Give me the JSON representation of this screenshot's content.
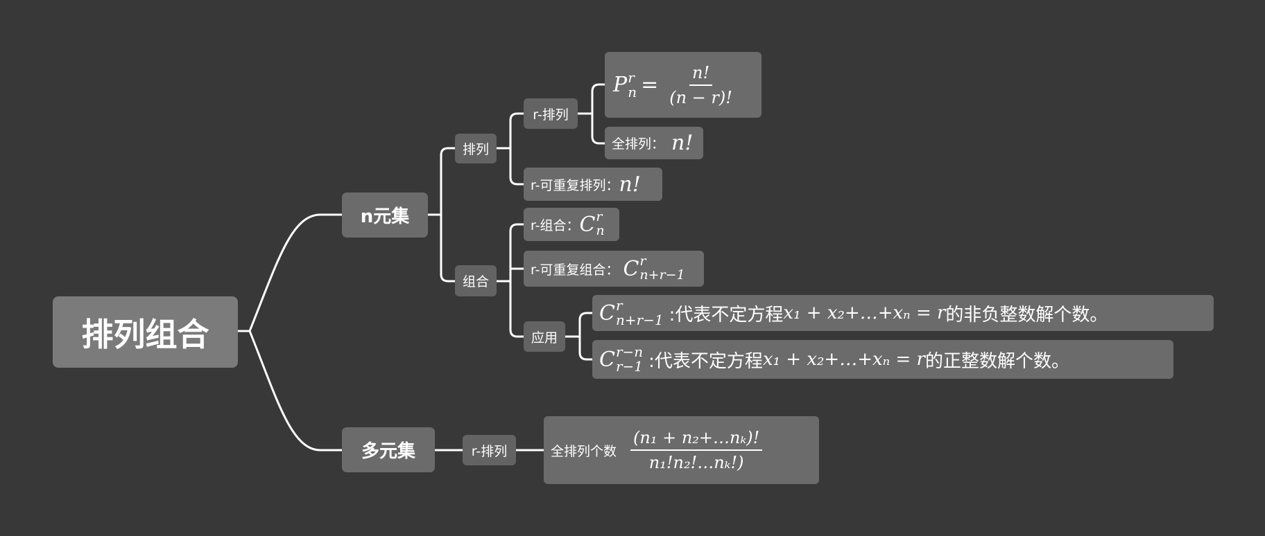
{
  "root": {
    "label": "排列组合"
  },
  "n_set": {
    "label": "n元集",
    "permutation": {
      "label": "排列",
      "r_perm": {
        "label": "r-排列",
        "formula": {
          "P": "P",
          "sup": "r",
          "sub": "n",
          "eq": "=",
          "num": "n!",
          "den": "(n − r)!"
        },
        "full_perm": {
          "label": "全排列：",
          "value": "n!"
        }
      },
      "r_repeat_perm": {
        "label": "r-可重复排列：",
        "value": "n!"
      }
    },
    "combination": {
      "label": "组合",
      "r_comb": {
        "label": "r-组合：",
        "C": "C",
        "sup": "r",
        "sub": "n"
      },
      "r_repeat_comb": {
        "label": "r-可重复组合：",
        "C": "C",
        "sup": "r",
        "sub": "n+r−1"
      },
      "application": {
        "label": "应用",
        "nonneg": {
          "C": "C",
          "sup": "r",
          "sub": "n+r−1",
          "text1": ":代表不定方程 ",
          "equation": "x₁ + x₂+…+xₙ = r",
          "text2": " 的非负整数解个数。"
        },
        "positive": {
          "C": "C",
          "sup": "r−n",
          "sub": "r−1",
          "text1": ":代表不定方程 ",
          "equation": "x₁ + x₂+…+xₙ = r",
          "text2": " 的正整数解个数。"
        }
      }
    }
  },
  "multi_set": {
    "label": "多元集",
    "r_perm": {
      "label": "r-排列",
      "full_perm": {
        "label": "全排列个数",
        "num": "(n₁ + n₂+…nₖ)!",
        "den": "n₁!n₂!…nₖ!)"
      }
    }
  }
}
